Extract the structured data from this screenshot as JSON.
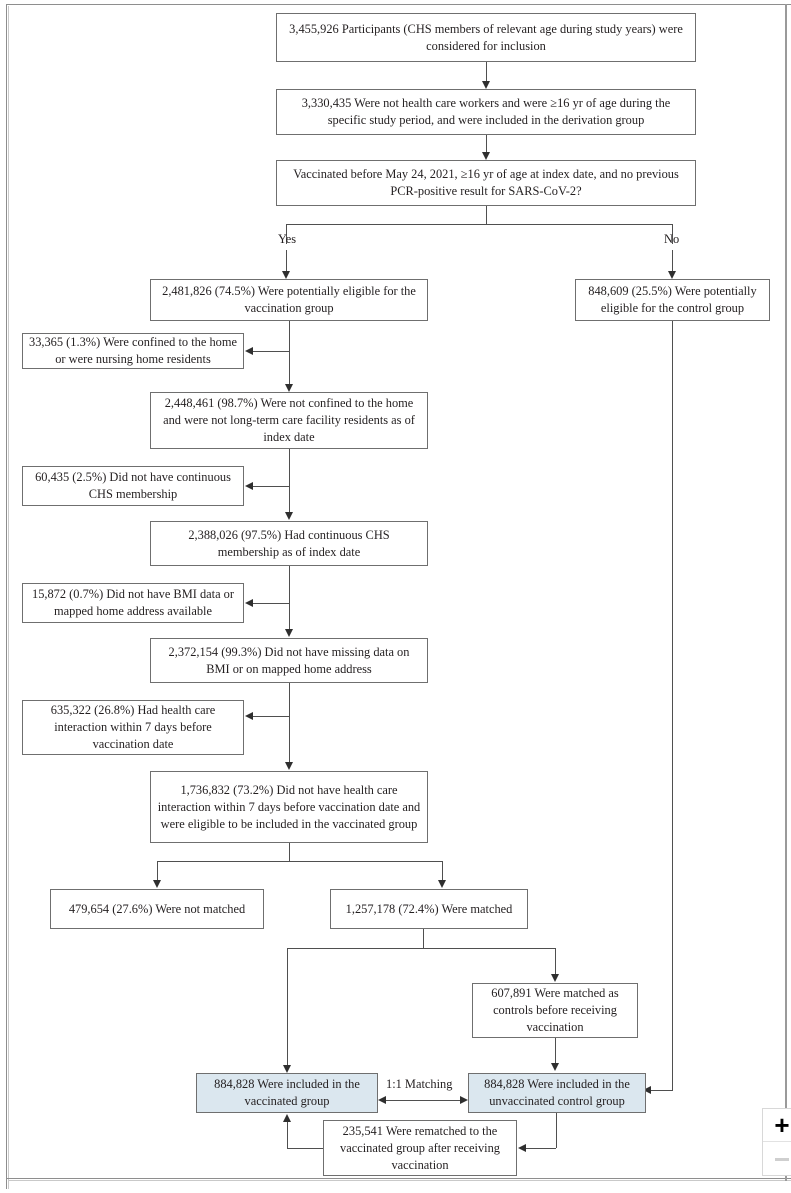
{
  "figure": {
    "type": "flowchart",
    "title": "Participant enrollment and matching flow diagram",
    "accent_highlight_color": "#dbe7ef",
    "line_color": "#4f4f4f"
  },
  "nodes": {
    "considered": "3,455,926 Participants (CHS members of relevant age during study years) were considered for inclusion",
    "derivation": "3,330,435 Were not health care workers and were ≥16 yr of age during the specific study period, and were included in the derivation group",
    "decision": "Vaccinated before May 24, 2021, ≥16 yr of age at index date, and no previous PCR-positive result for SARS-CoV-2?",
    "eligible_vacc": "2,481,826 (74.5%) Were potentially eligible for the vaccination group",
    "eligible_ctrl": "848,609 (25.5%) Were potentially eligible for the control group",
    "excl_confined": "33,365 (1.3%) Were confined to the home or were nursing home residents",
    "not_confined": "2,448,461 (98.7%) Were not confined to the home and were not long-term care facility residents as of index date",
    "excl_membership": "60,435 (2.5%) Did not have continuous CHS membership",
    "had_membership": "2,388,026 (97.5%) Had continuous CHS membership as of index date",
    "excl_bmi": "15,872 (0.7%) Did not have BMI data or mapped home address available",
    "no_missing": "2,372,154 (99.3%) Did not have missing data on BMI or on mapped home address",
    "excl_interaction": "635,322 (26.8%) Had health care interaction within 7 days before vaccination date",
    "eligible_vaccinated": "1,736,832 (73.2%) Did not have health care interaction within 7 days before vaccination date and were eligible to be included in the vaccinated group",
    "not_matched": "479,654 (27.6%) Were not matched",
    "matched": "1,257,178 (72.4%) Were matched",
    "matched_controls": "607,891 Were matched as controls before receiving vaccination",
    "vaccinated_group": "884,828 Were included in the vaccinated group",
    "control_group": "884,828 Were included in the unvaccinated control group",
    "rematched": "235,541 Were rematched to the vaccinated group after receiving vaccination"
  },
  "branch_labels": {
    "yes": "Yes",
    "no": "No"
  },
  "edge_labels": {
    "matching": "1:1 Matching"
  },
  "zoom_control": {
    "zoom_in": "+",
    "zoom_out": "−"
  }
}
